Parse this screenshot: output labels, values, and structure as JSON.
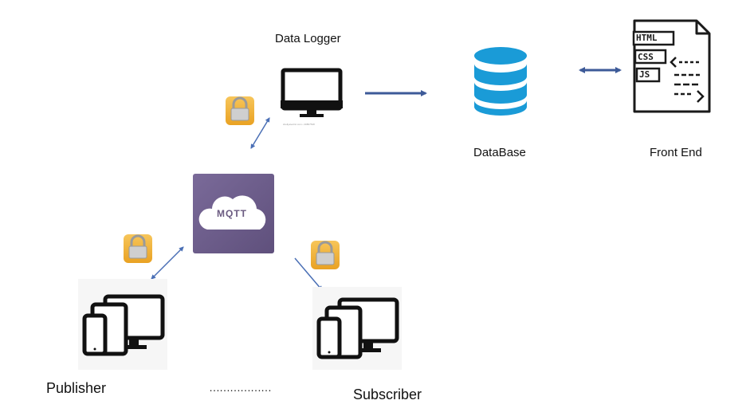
{
  "nodes": {
    "data_logger": {
      "label": "Data Logger",
      "screen_note": "shellyelectric.com • 40867548"
    },
    "database": {
      "label": "DataBase"
    },
    "front_end": {
      "label": "Front End",
      "tags": [
        "HTML",
        "CSS",
        "JS"
      ]
    },
    "broker": {
      "label": "MQTT"
    },
    "publisher": {
      "label": "Publisher"
    },
    "subscriber": {
      "label": "Subscriber"
    },
    "ellipsis": {
      "label": "………………"
    }
  },
  "edges": [
    {
      "from": "data_logger",
      "to": "database",
      "direction": "forward",
      "secured": false
    },
    {
      "from": "database",
      "to": "front_end",
      "direction": "both",
      "secured": false
    },
    {
      "from": "broker",
      "to": "data_logger",
      "direction": "both",
      "secured": true
    },
    {
      "from": "publisher",
      "to": "broker",
      "direction": "both",
      "secured": true
    },
    {
      "from": "broker",
      "to": "subscriber",
      "direction": "forward",
      "secured": true
    }
  ],
  "colors": {
    "arrow": "#3d5a98",
    "thin_arrow": "#4a6fb5",
    "database": "#1a9bd7",
    "mqtt_tile": "#6b5b8a",
    "lock_bg": "#f3b43c",
    "lock_body": "#c8c8c8",
    "device": "#111111"
  }
}
